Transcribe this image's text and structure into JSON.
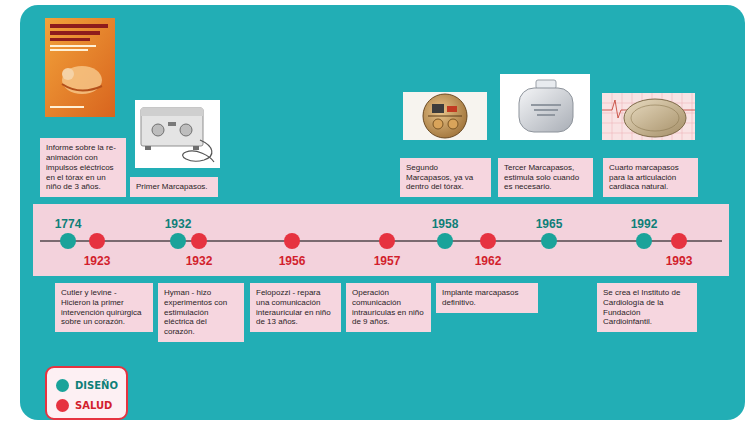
{
  "diagram": {
    "nodes": [
      {
        "text": [
          "Informe sobre la re-animación con impulsos eléctricos en el tórax en un niño de 3 años."
        ]
      },
      {
        "text": [
          "Primer Marcapasos."
        ]
      },
      {
        "text": [
          "Segundo Marcapasos, ya va dentro del tórax."
        ]
      },
      {
        "text": [
          "Tercer Marcapasos, estimula solo cuando es necesario."
        ]
      },
      {
        "text": [
          "Cuarto marcapasos para la articulación cardiaca natural."
        ]
      },
      {
        "text": [
          "Cutler y levine - Hicieron la primer intervención quirúrgica sobre un corazón."
        ]
      },
      {
        "text": [
          "Hyman - hizo experimentos con estimulación eléctrica del corazón."
        ]
      },
      {
        "text": [
          "Felopozzi - repara una comunicación interauricular en niño de 13 años."
        ]
      },
      {
        "text": [
          "Operación comunicación intrauriculas en niño de 9 años."
        ]
      },
      {
        "text": [
          "Implante marcapasos definitivo."
        ]
      },
      {
        "text": [
          "Se crea el Instituto de Cardiología de la Fundación Cardioinfantil."
        ]
      }
    ],
    "labels": [
      "1774",
      "1923",
      "1932",
      "1932",
      "1956",
      "1957",
      "1958",
      "1962",
      "1965",
      "1992",
      "1993"
    ],
    "legend": [
      {
        "text": "DISEÑO",
        "color": "#1aa39a"
      },
      {
        "text": "SALUD",
        "color": "#e63340"
      }
    ]
  }
}
